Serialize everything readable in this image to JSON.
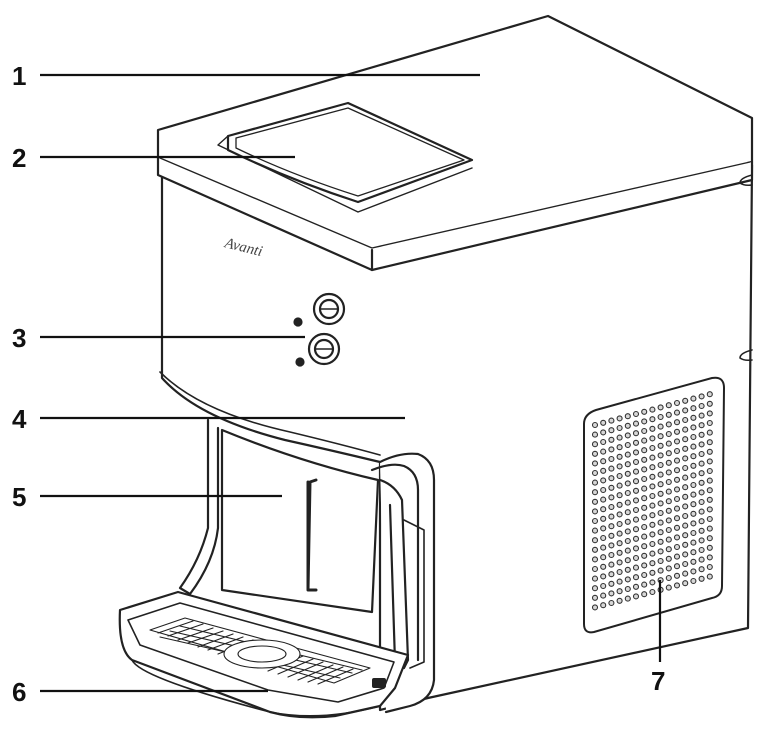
{
  "diagram": {
    "brand": "Avanti",
    "colors": {
      "line": "#222222",
      "body_fill": "#ffffff",
      "leader": "#111111",
      "vent_hole": "#d7d7d7"
    },
    "callouts": [
      {
        "id": 1,
        "label": "1"
      },
      {
        "id": 2,
        "label": "2"
      },
      {
        "id": 3,
        "label": "3"
      },
      {
        "id": 4,
        "label": "4"
      },
      {
        "id": 5,
        "label": "5"
      },
      {
        "id": 6,
        "label": "6"
      },
      {
        "id": 7,
        "label": "7"
      }
    ]
  }
}
